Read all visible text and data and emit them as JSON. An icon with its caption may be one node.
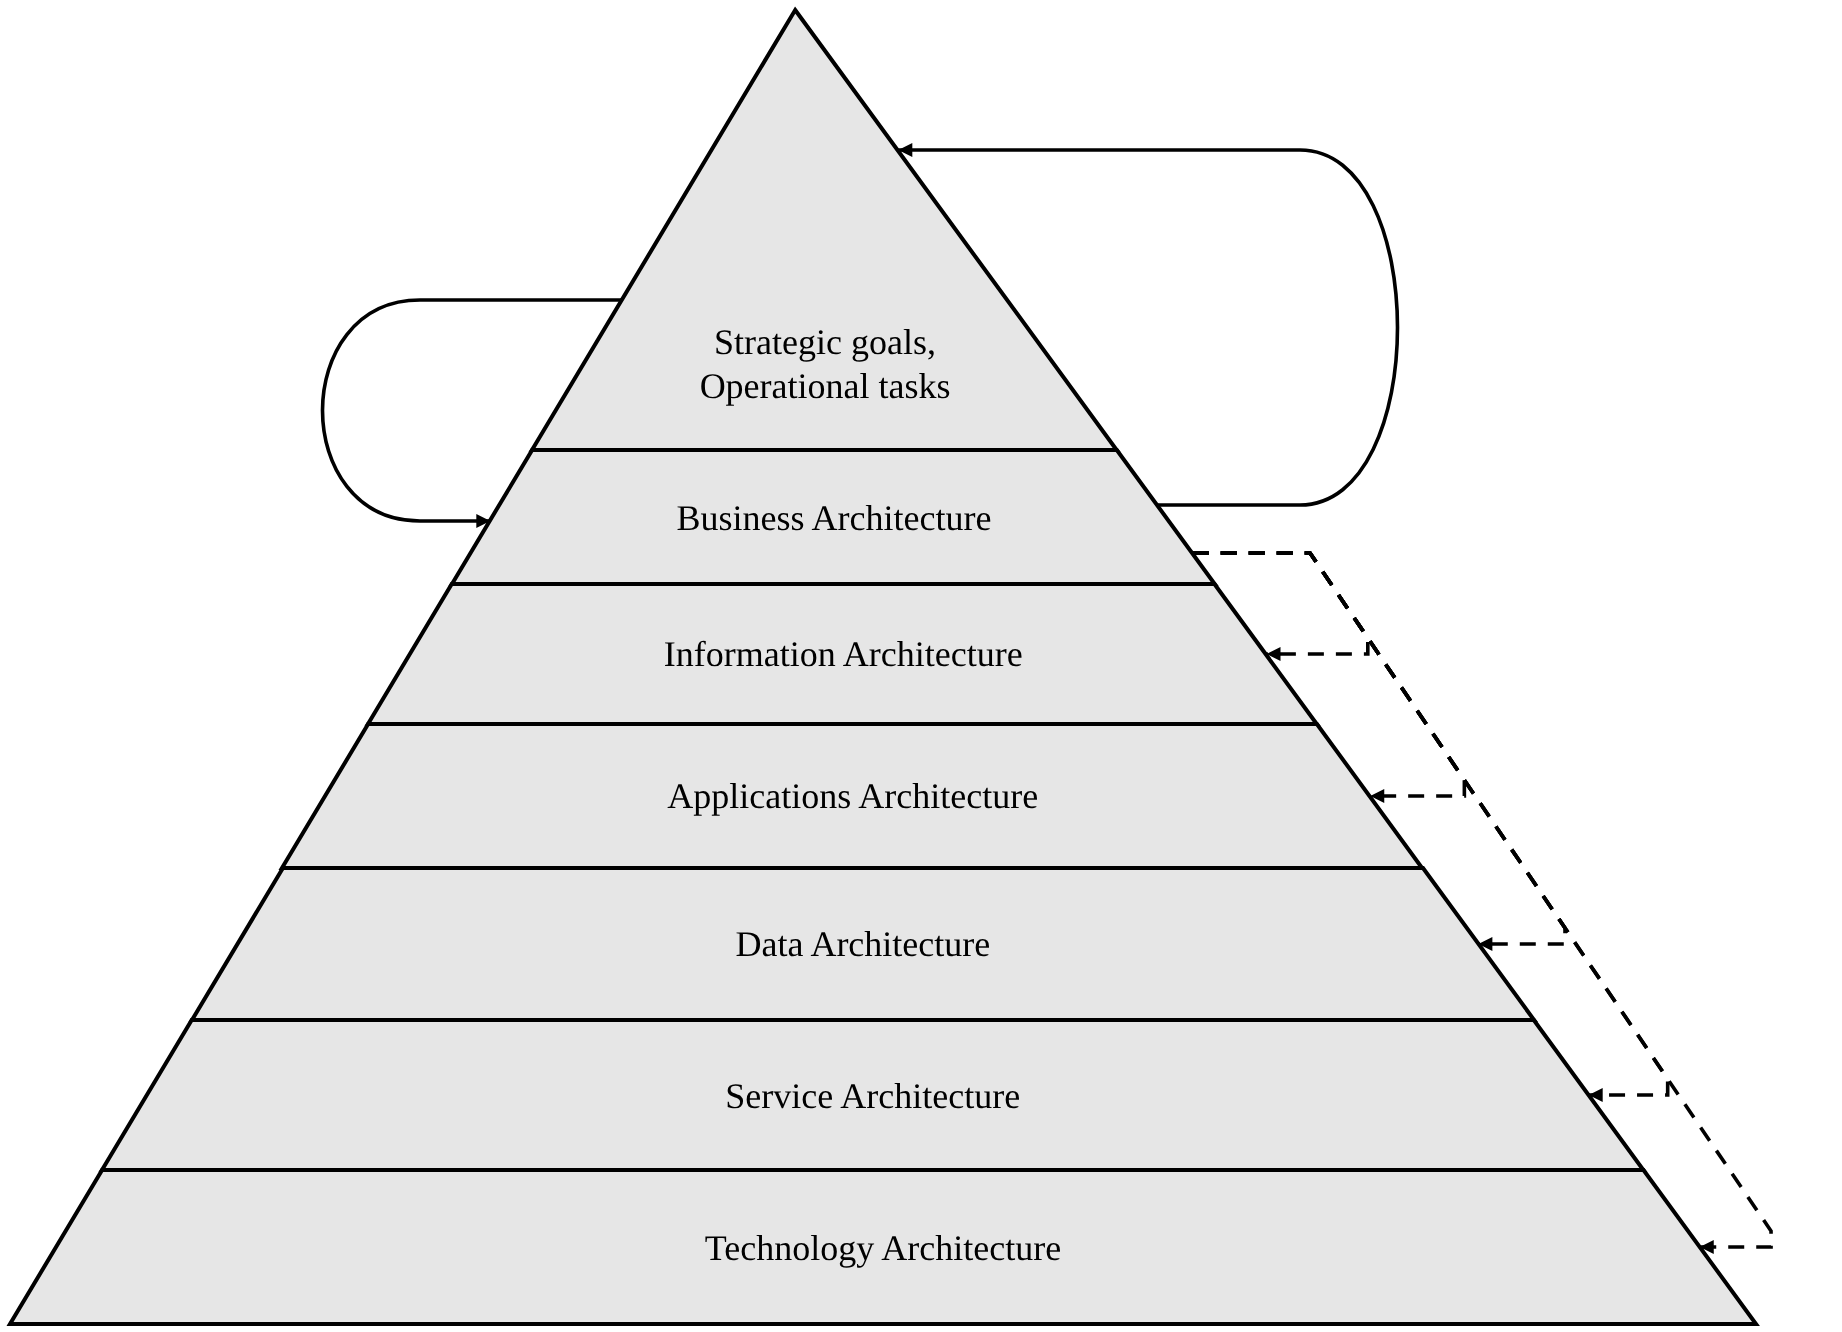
{
  "diagram": {
    "nodes": [
      {
        "text": [
          "Strategic goals, Operational tasks"
        ]
      },
      {
        "text": [
          "Business Architecture"
        ]
      },
      {
        "text": [
          "Information Architecture"
        ]
      },
      {
        "text": [
          "Applications Architecture"
        ]
      },
      {
        "text": [
          "Data Architecture"
        ]
      },
      {
        "text": [
          "Service Architecture"
        ]
      },
      {
        "text": [
          "Technology Architecture"
        ]
      }
    ],
    "edges": [
      {
        "from": 0,
        "to": 1,
        "arrow": "to"
      },
      {
        "from": 1,
        "to": 0,
        "arrow": "to"
      },
      {
        "from": 1,
        "to": 2,
        "arrow": "to",
        "style": "dashed"
      },
      {
        "from": 1,
        "to": 3,
        "arrow": "to",
        "style": "dashed"
      },
      {
        "from": 1,
        "to": 4,
        "arrow": "to",
        "style": "dashed"
      },
      {
        "from": 1,
        "to": 5,
        "arrow": "to",
        "style": "dashed"
      },
      {
        "from": 1,
        "to": 6,
        "arrow": "to",
        "style": "dashed"
      }
    ]
  }
}
